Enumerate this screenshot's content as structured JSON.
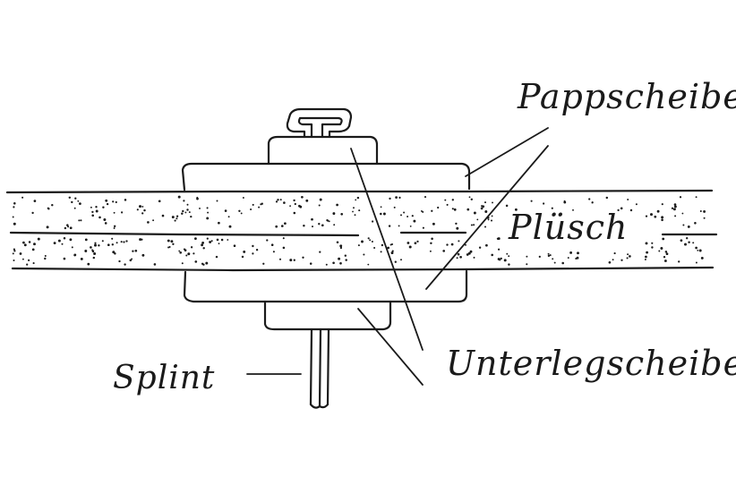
{
  "diagram": {
    "labels": {
      "pappscheibe": "Pappscheibe",
      "pluesch": "Plüsch",
      "unterlegscheibe": "Unterlegscheibe",
      "splint": "Splint"
    },
    "colors": {
      "ink": "#1a1a1a",
      "background": "#ffffff"
    }
  }
}
